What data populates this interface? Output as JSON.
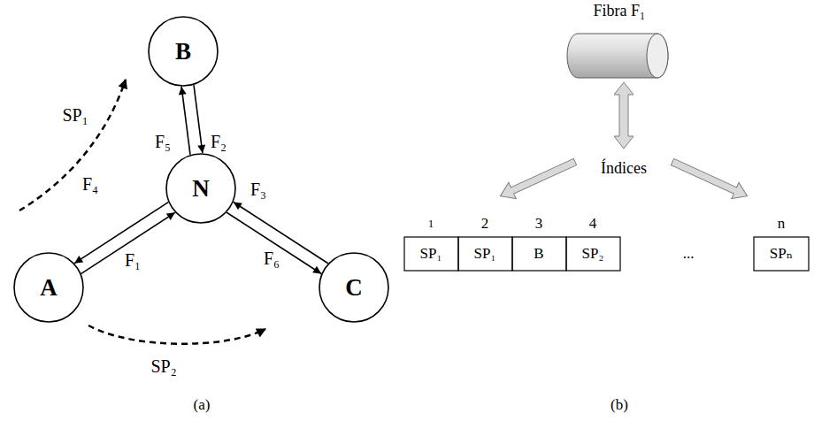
{
  "diagram": {
    "nodes": [
      {
        "text": [
          "B"
        ]
      },
      {
        "text": [
          "N"
        ]
      },
      {
        "text": [
          "A"
        ]
      },
      {
        "text": [
          "C"
        ]
      },
      {
        "text": [
          "Fibra F₁"
        ]
      }
    ],
    "edges": [
      {
        "from": 1,
        "to": 0,
        "label": "F₅",
        "arrow": "to"
      },
      {
        "from": 0,
        "to": 1,
        "label": "F₂",
        "arrow": "to"
      },
      {
        "from": 1,
        "to": 2,
        "label": "F₄",
        "arrow": "to"
      },
      {
        "from": 2,
        "to": 1,
        "label": "F₁",
        "arrow": "to"
      },
      {
        "from": 3,
        "to": 1,
        "label": "F₃",
        "arrow": "to"
      },
      {
        "from": 1,
        "to": 3,
        "label": "F₆",
        "arrow": "to"
      }
    ],
    "labels": [
      "SP₁",
      "SP₂",
      "Índices",
      "1",
      "2",
      "3",
      "4",
      "n",
      "SP₁",
      "SP₁",
      "B",
      "SP₂",
      "...",
      "SPₙ",
      "(a)",
      "(b)"
    ]
  }
}
